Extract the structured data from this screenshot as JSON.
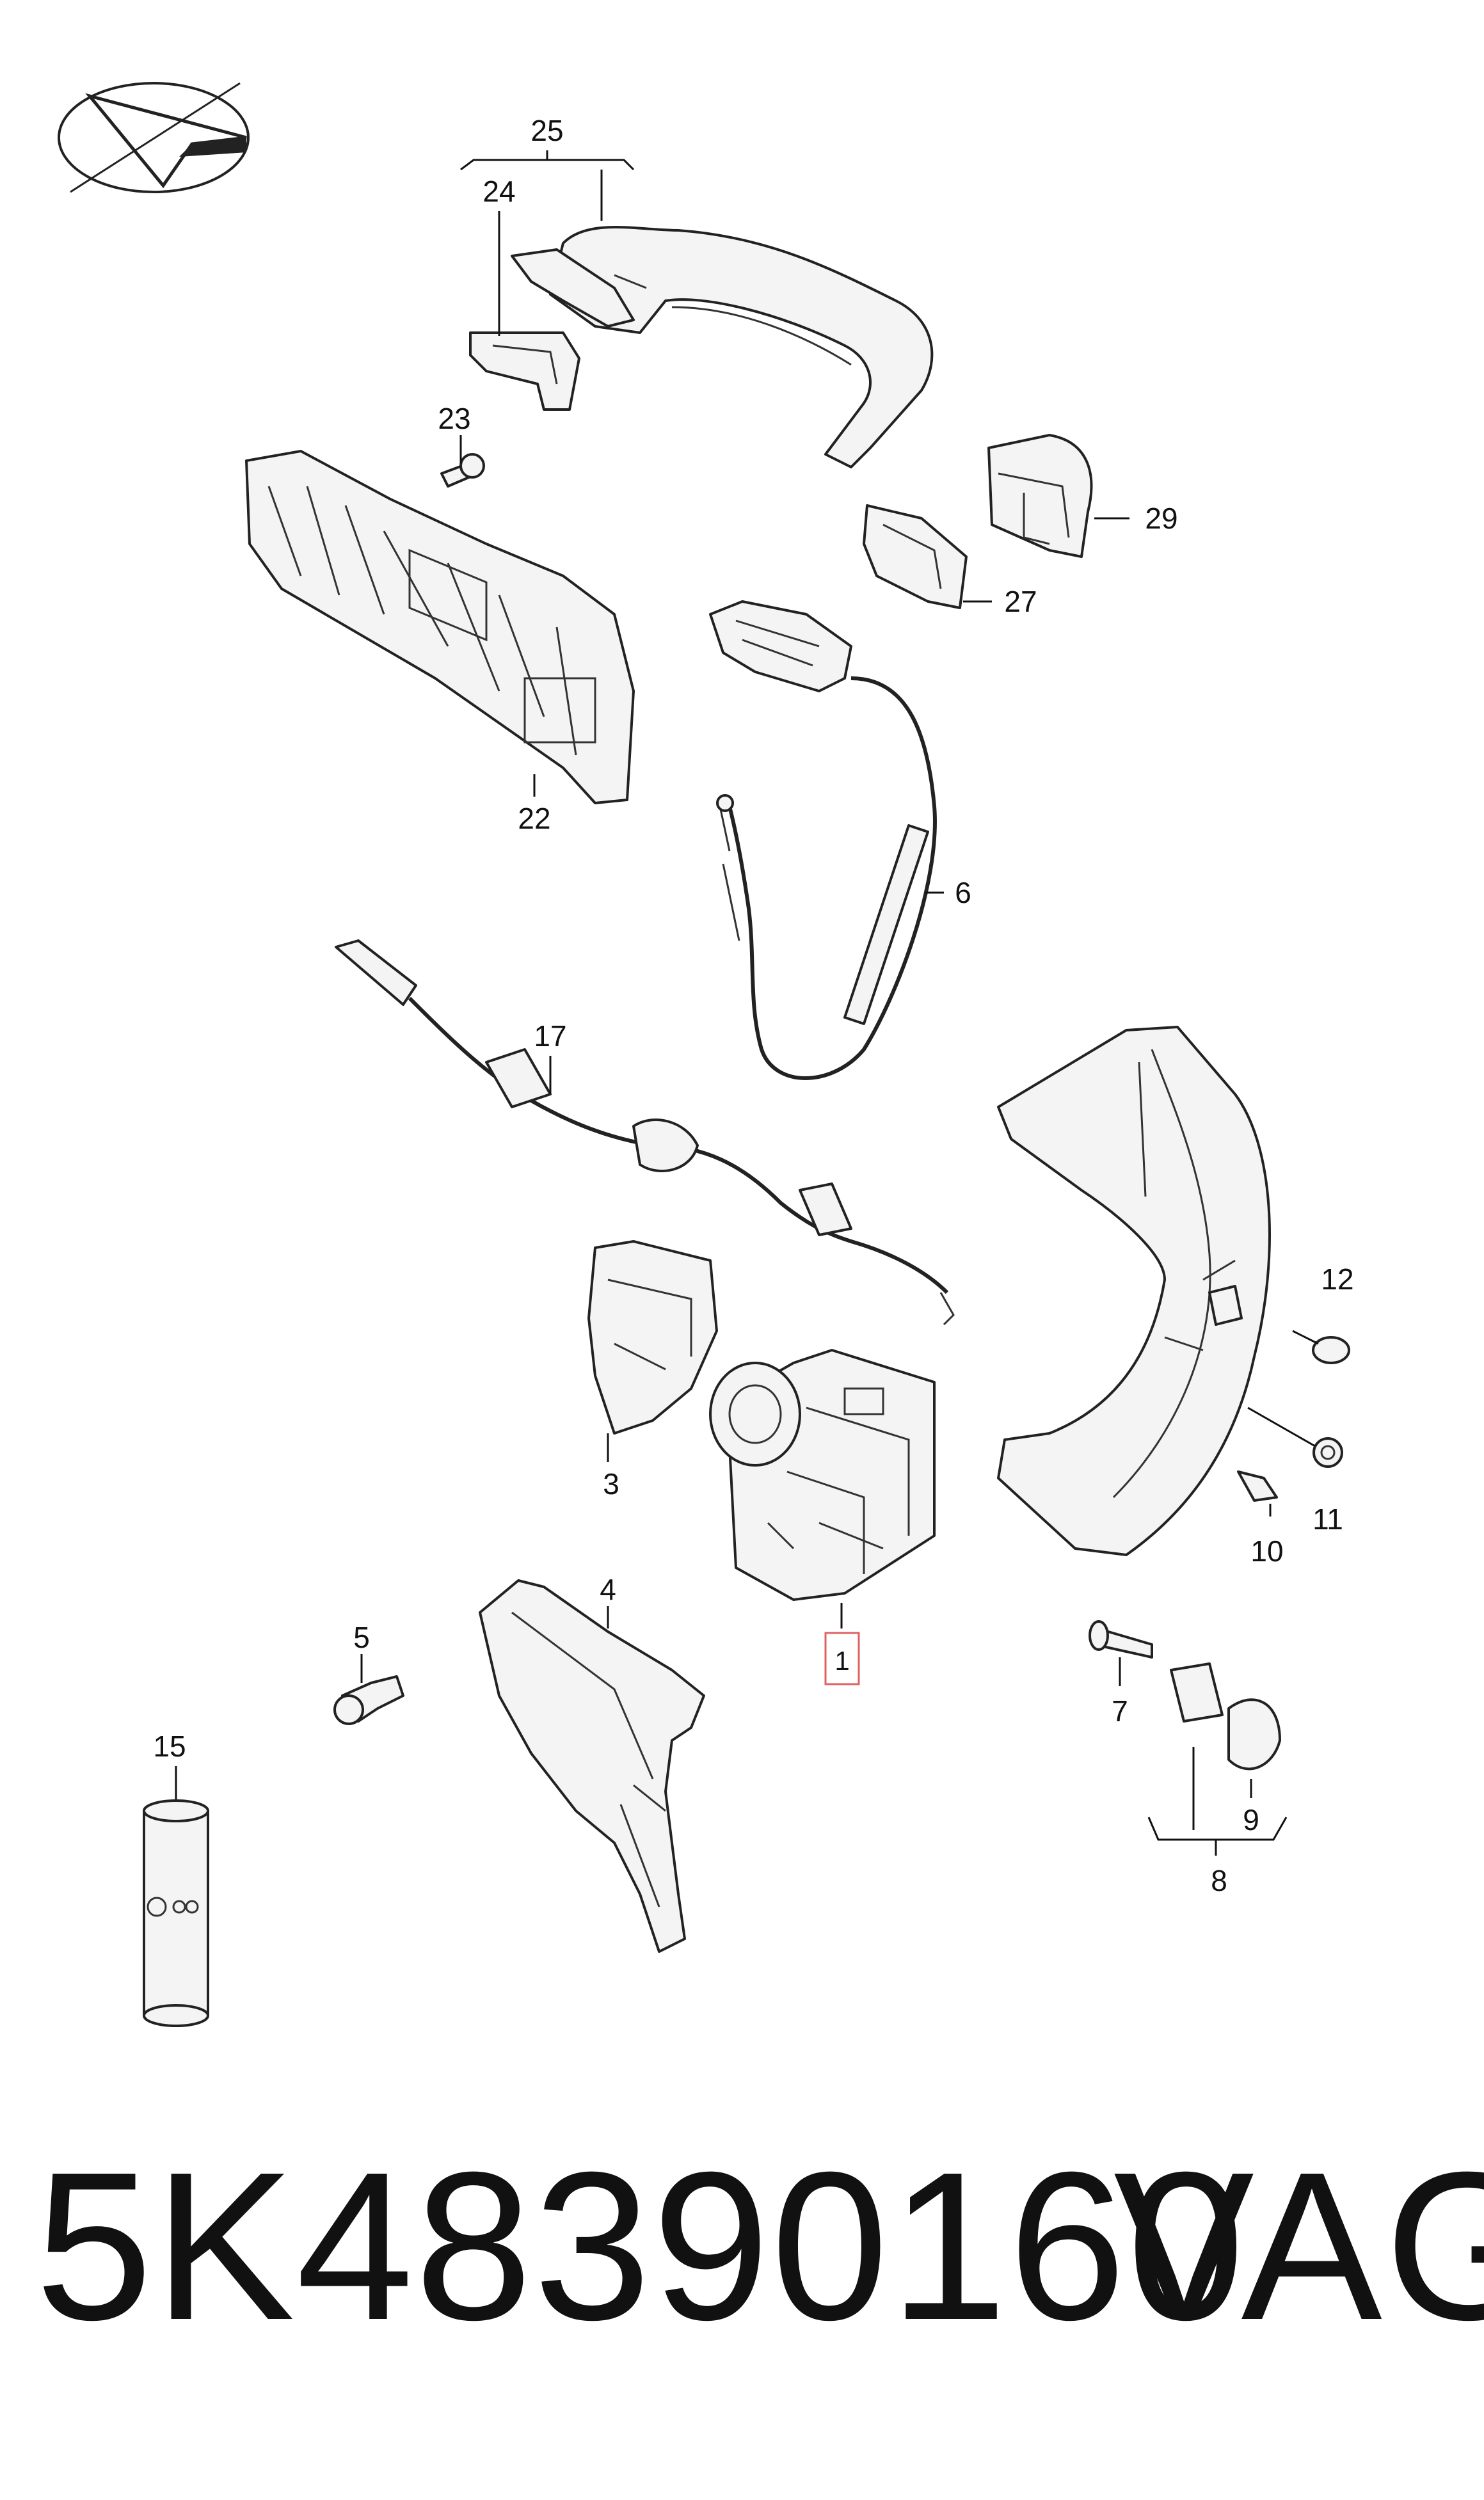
{
  "diagram": {
    "callouts": {
      "c1": "1",
      "c3": "3",
      "c4": "4",
      "c5": "5",
      "c6": "6",
      "c7": "7",
      "c8": "8",
      "c9": "9",
      "c10": "10",
      "c11": "11",
      "c12": "12",
      "c15": "15",
      "c17": "17",
      "c22": "22",
      "c23": "23",
      "c24": "24",
      "c25": "25",
      "c27": "27",
      "c29": "29"
    },
    "highlight_color": "#e06060"
  },
  "footer": {
    "part_number": "5K48390160",
    "brand": "VAG"
  }
}
